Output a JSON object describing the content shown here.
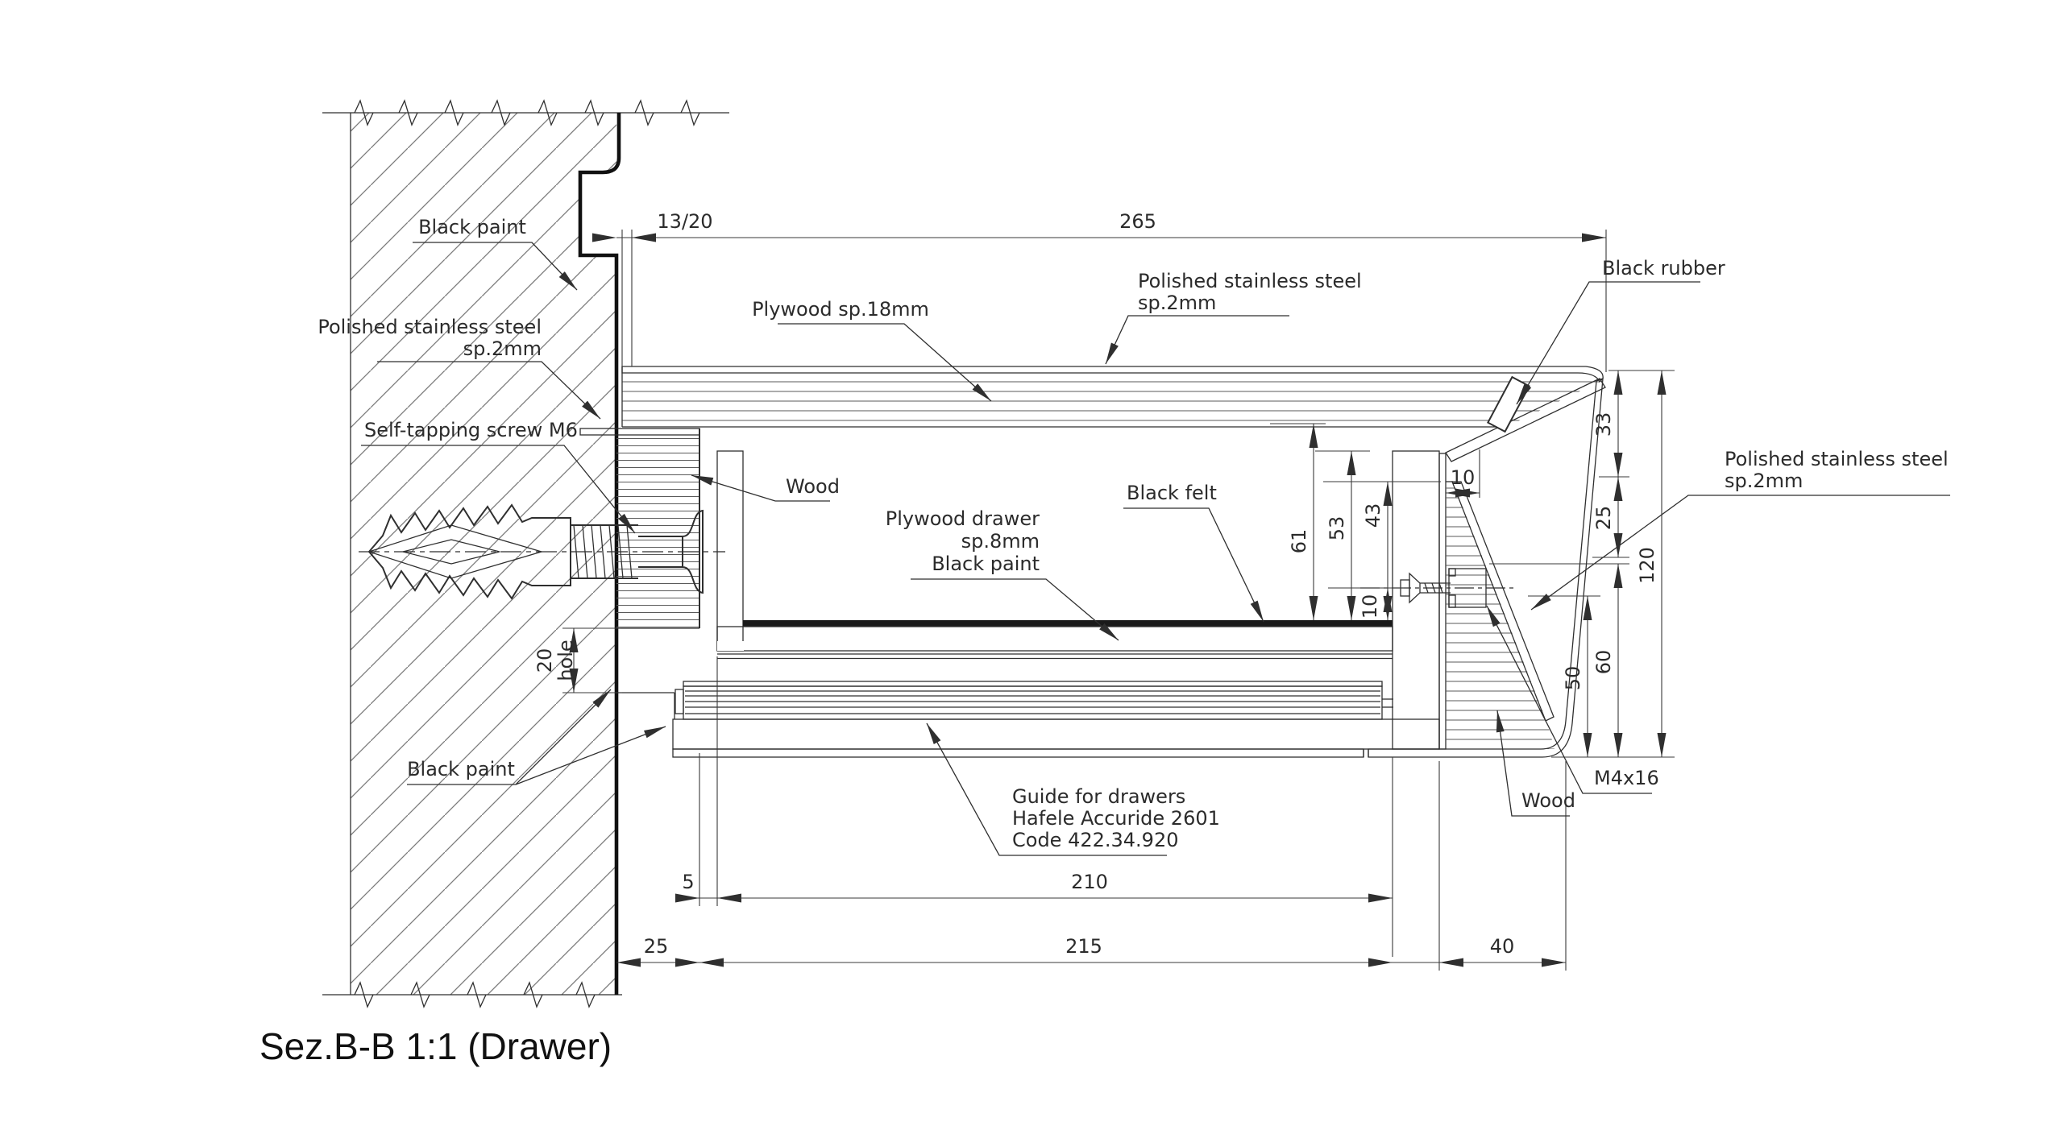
{
  "meta": {
    "background": "#ffffff",
    "line_color": "#2f2f2f",
    "hatch_color": "#7a7a7a"
  },
  "title": {
    "text": "Sez.B-B 1:1 (Drawer)"
  },
  "labels": {
    "black_paint_top": "Black paint",
    "polished_steel_left_1": "Polished stainless steel",
    "polished_steel_left_2": "sp.2mm",
    "self_tapping_screw": "Self-tapping screw M6",
    "plywood_top": "Plywood sp.18mm",
    "polished_steel_center_1": "Polished stainless steel",
    "polished_steel_center_2": "sp.2mm",
    "black_rubber": "Black rubber",
    "wood_left": "Wood",
    "plywood_drawer_1": "Plywood drawer",
    "plywood_drawer_2": "sp.8mm",
    "plywood_drawer_3": "Black paint",
    "black_felt": "Black felt",
    "polished_steel_right_1": "Polished stainless steel",
    "polished_steel_right_2": "sp.2mm",
    "black_paint_bottom": "Black paint",
    "guide_1": "Guide for drawers",
    "guide_2": "Hafele Accuride 2601",
    "guide_3": "Code 422.34.920",
    "wood_right": "Wood",
    "m4x16": "M4x16",
    "hole_value": "20",
    "hole_word": "hole"
  },
  "dimensions": {
    "top_offset": "13/20",
    "top_width": "265",
    "front_upper": "33",
    "front_mid": "25",
    "front_total": "120",
    "liner_overhang": "10",
    "inner_61": "61",
    "inner_53": "53",
    "inner_43": "43",
    "inner_10": "10",
    "front_lower_60": "60",
    "front_lower_50": "50",
    "gap_5": "5",
    "guide_length": "210",
    "wall_offset_25": "25",
    "base_215": "215",
    "front_depth_40": "40"
  }
}
